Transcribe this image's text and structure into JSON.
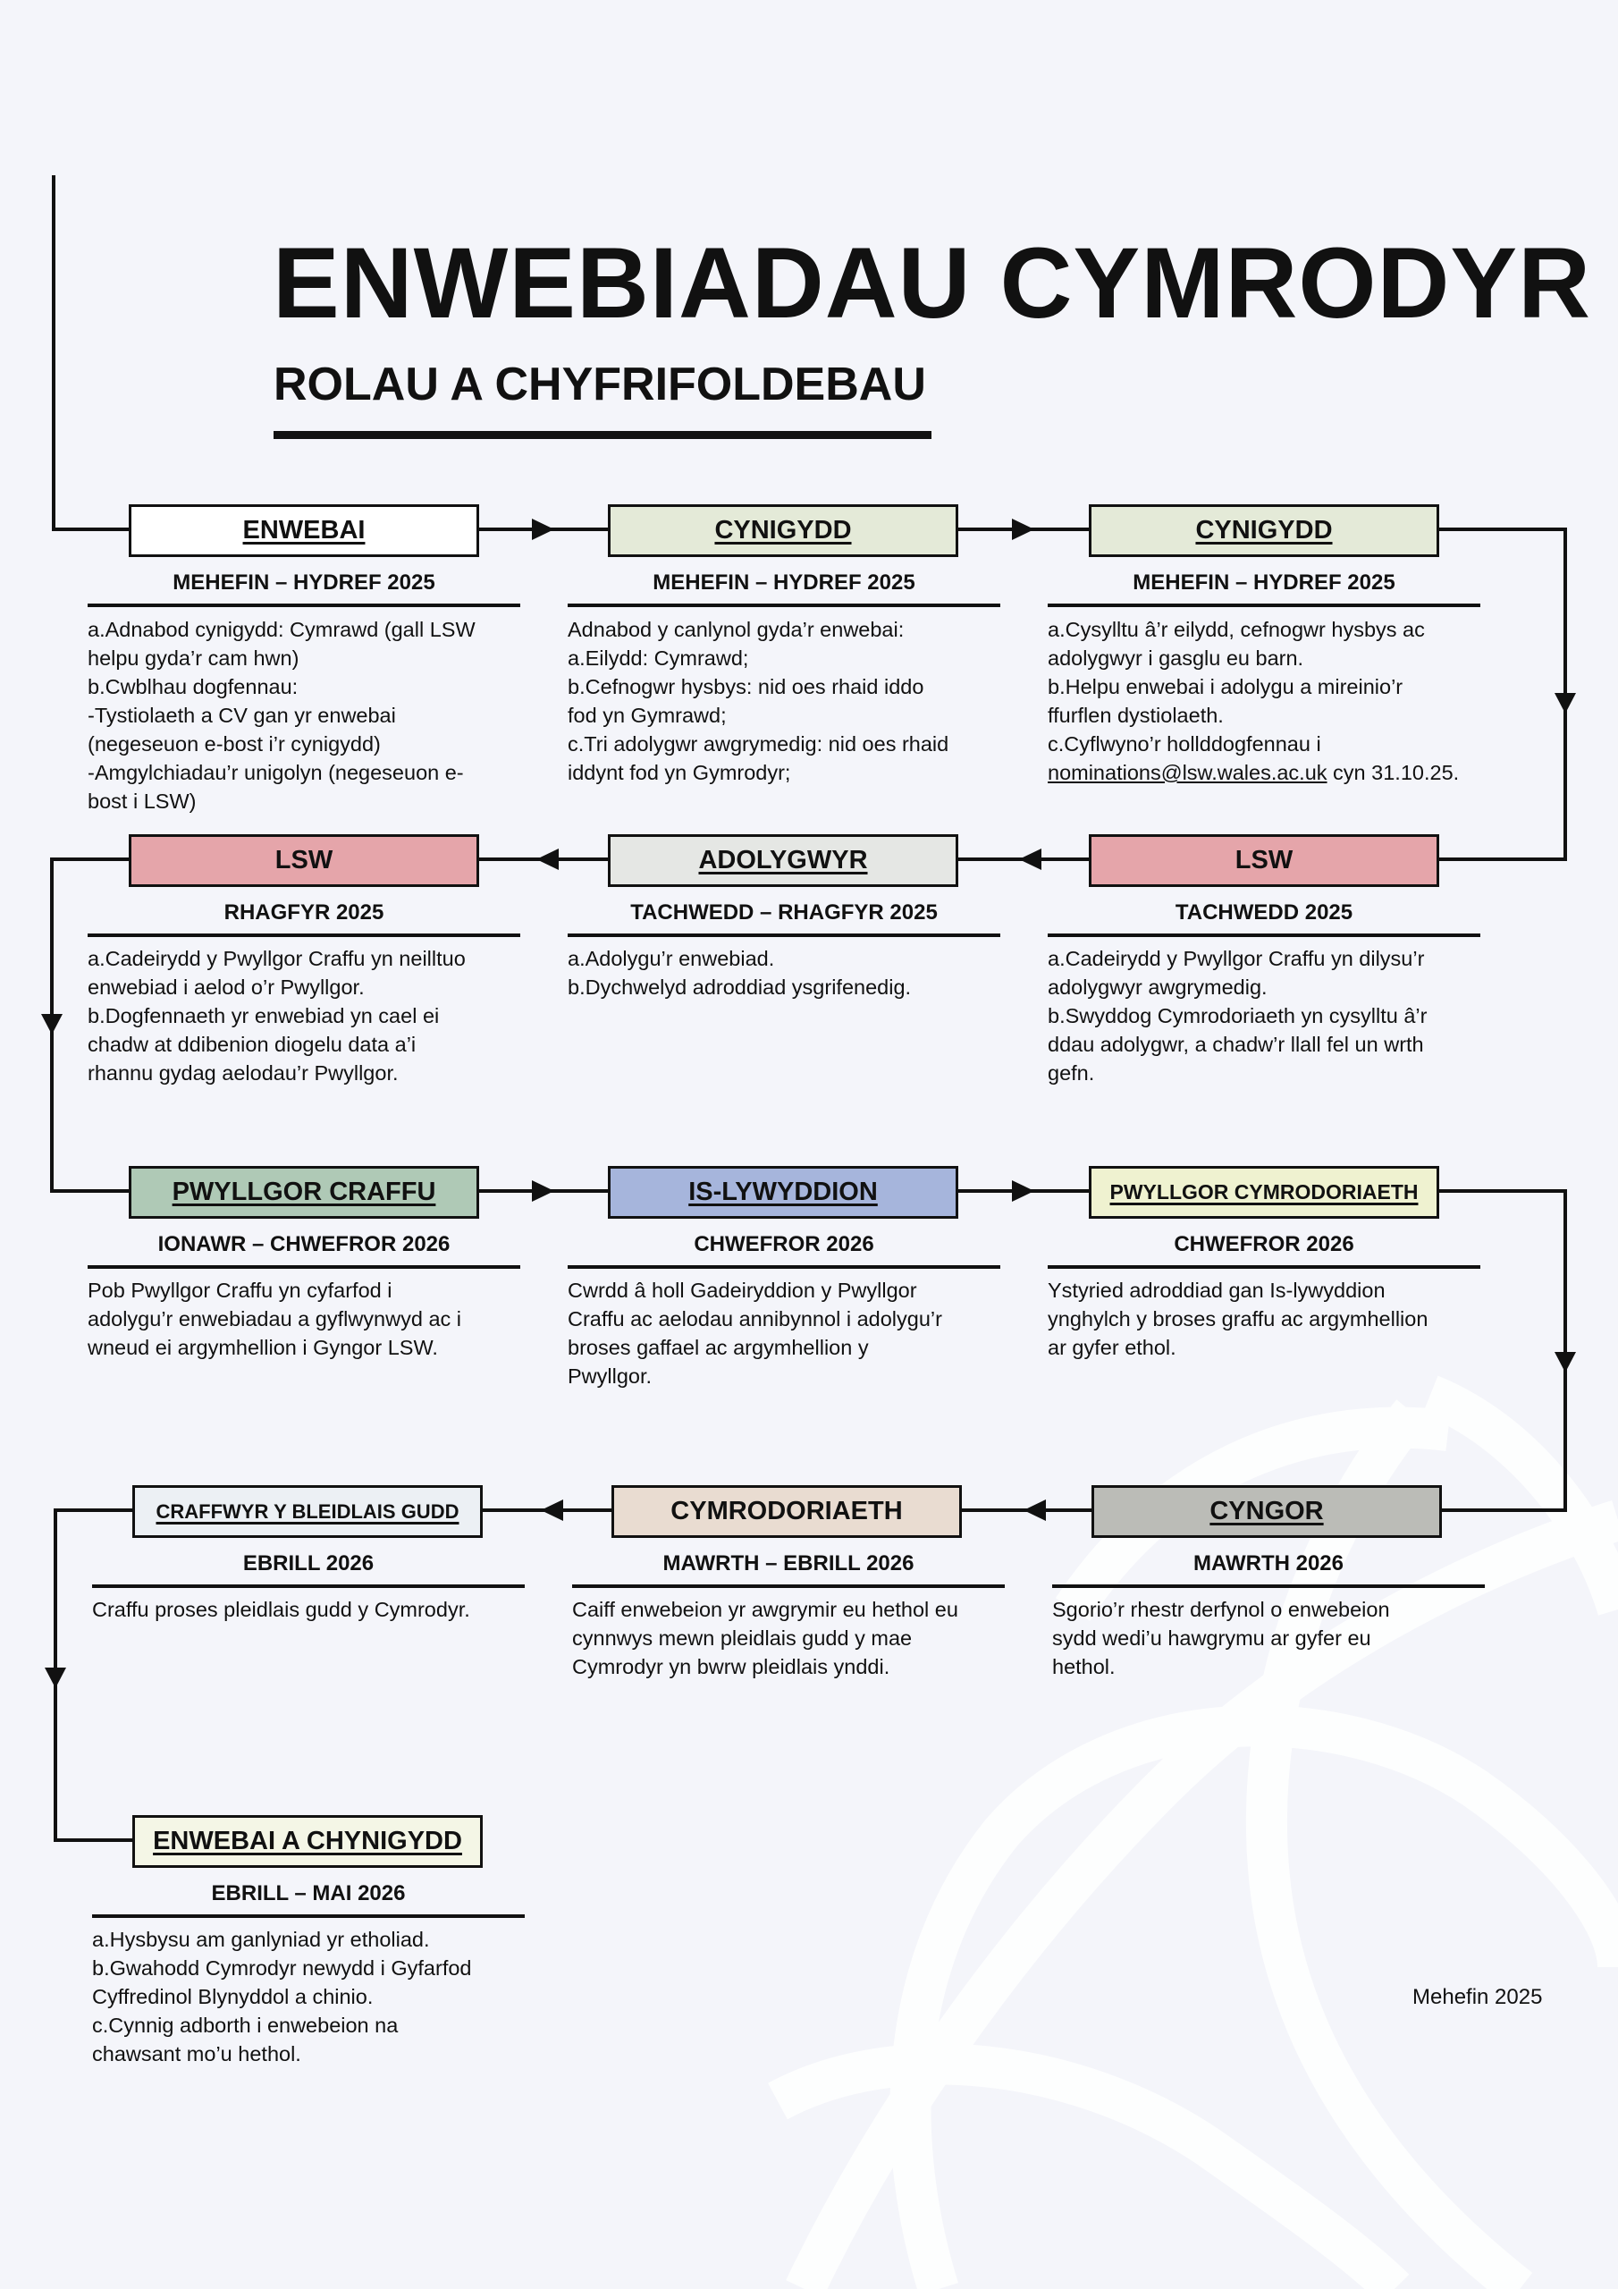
{
  "header": {
    "title": "ENWEBIADAU CYMRODYR",
    "subtitle": "ROLAU A CHYFRIFOLDEBAU"
  },
  "colors": {
    "background": "#f4f5fa",
    "enwebai": "#ffffff",
    "cynigydd": "#e4ead8",
    "lsw": "#e5a5aa",
    "adolygwyr": "#e5e7e4",
    "pwyllgor_craffu": "#afc9b6",
    "is_lywyddion": "#a6b5dc",
    "pwyllgor_cymrodoriaeth": "#eff2d0",
    "craffwyr": "#ecf0f4",
    "cymrodoriaeth": "#e9dcd1",
    "cyngor": "#bbbcb7",
    "enwebai_a_chynigydd": "#f4f6e6"
  },
  "steps": [
    {
      "label": "ENWEBAI",
      "date": "MEHEFIN – HYDREF 2025",
      "text": " a.Adnabod cynigydd: Cymrawd (gall LSW\nhelpu gyda’r cam hwn)\nb.Cwblhau dogfennau:\n -Tystiolaeth a CV gan yr enwebai\n(negeseuon e-bost i’r cynigydd)\n-Amgylchiadau’r unigolyn (negeseuon e-\nbost i LSW)"
    },
    {
      "label": "CYNIGYDD",
      "date": "MEHEFIN – HYDREF 2025",
      "text": "Adnabod y canlynol gyda’r enwebai:\na.Eilydd: Cymrawd;\n b.Cefnogwr hysbys: nid oes rhaid iddo\nfod yn Gymrawd;\n c.Tri adolygwr awgrymedig: nid oes rhaid\niddynt fod yn Gymrodyr;"
    },
    {
      "label": "CYNIGYDD",
      "date": "MEHEFIN – HYDREF 2025",
      "text": " a.Cysylltu â’r eilydd, cefnogwr hysbys ac\nadolygwyr i gasglu eu barn.\n b.Helpu enwebai i adolygu a mireinio’r\nffurflen dystiolaeth.\n c.Cyflwyno’r hollddogfennau i",
      "email": "nominations@lsw.wales.ac.uk",
      "text_after": " cyn 31.10.25."
    },
    {
      "label": "LSW",
      "date": "RHAGFYR 2025",
      "text": " a.Cadeirydd y Pwyllgor Craffu yn neilltuo\nenwebiad i aelod o’r Pwyllgor.\n b.Dogfennaeth yr enwebiad yn cael ei\nchadw at ddibenion diogelu data a’i\nrhannu gydag aelodau’r Pwyllgor."
    },
    {
      "label": "ADOLYGWYR",
      "date": "TACHWEDD – RHAGFYR 2025",
      "text": "a.Adolygu’r enwebiad.\nb.Dychwelyd adroddiad ysgrifenedig."
    },
    {
      "label": "LSW",
      "date": "TACHWEDD 2025",
      "text": " a.Cadeirydd y Pwyllgor Craffu yn dilysu’r\nadolygwyr awgrymedig.\n b.Swyddog Cymrodoriaeth yn cysylltu â’r\nddau adolygwr, a chadw’r llall fel un wrth\ngefn."
    },
    {
      "label": "PWYLLGOR CRAFFU",
      "date": "IONAWR – CHWEFROR 2026",
      "text": "Pob Pwyllgor Craffu yn cyfarfod i\nadolygu’r enwebiadau a gyflwynwyd ac i\nwneud ei argymhellion i Gyngor LSW."
    },
    {
      "label": "IS-LYWYDDION",
      "date": "CHWEFROR 2026",
      "text": "Cwrdd â holl Gadeiryddion y Pwyllgor\nCraffu ac aelodau annibynnol i adolygu’r\nbroses gaffael ac argymhellion y\nPwyllgor."
    },
    {
      "label": "PWYLLGOR CYMRODORIAETH",
      "date": "CHWEFROR 2026",
      "text": "Ystyried adroddiad gan Is-lywyddion\nynghylch y broses graffu ac argymhellion\nar gyfer ethol."
    },
    {
      "label": "CRAFFWYR Y BLEIDLAIS GUDD",
      "date": "EBRILL 2026",
      "text": "Craffu proses pleidlais gudd y Cymrodyr."
    },
    {
      "label": "CYMRODORIAETH",
      "date": "MAWRTH – EBRILL 2026",
      "text": "Caiff enwebeion yr awgrymir eu hethol eu\ncynnwys mewn pleidlais gudd y mae\nCymrodyr yn bwrw pleidlais ynddi."
    },
    {
      "label": "CYNGOR",
      "date": "MAWRTH 2026",
      "text": "Sgorio’r rhestr derfynol o enwebeion\nsydd wedi’u hawgrymu ar gyfer eu\nhethol."
    },
    {
      "label": "ENWEBAI A CHYNIGYDD",
      "date": "EBRILL – MAI 2026",
      "text": "a.Hysbysu am ganlyniad yr etholiad.\nb.Gwahodd Cymrodyr newydd i Gyfarfod\nCyffredinol Blynyddol a chinio.\nc.Cynnig adborth i enwebeion na\nchawsant mo’u hethol."
    }
  ],
  "footer": {
    "date": "Mehefin 2025"
  }
}
